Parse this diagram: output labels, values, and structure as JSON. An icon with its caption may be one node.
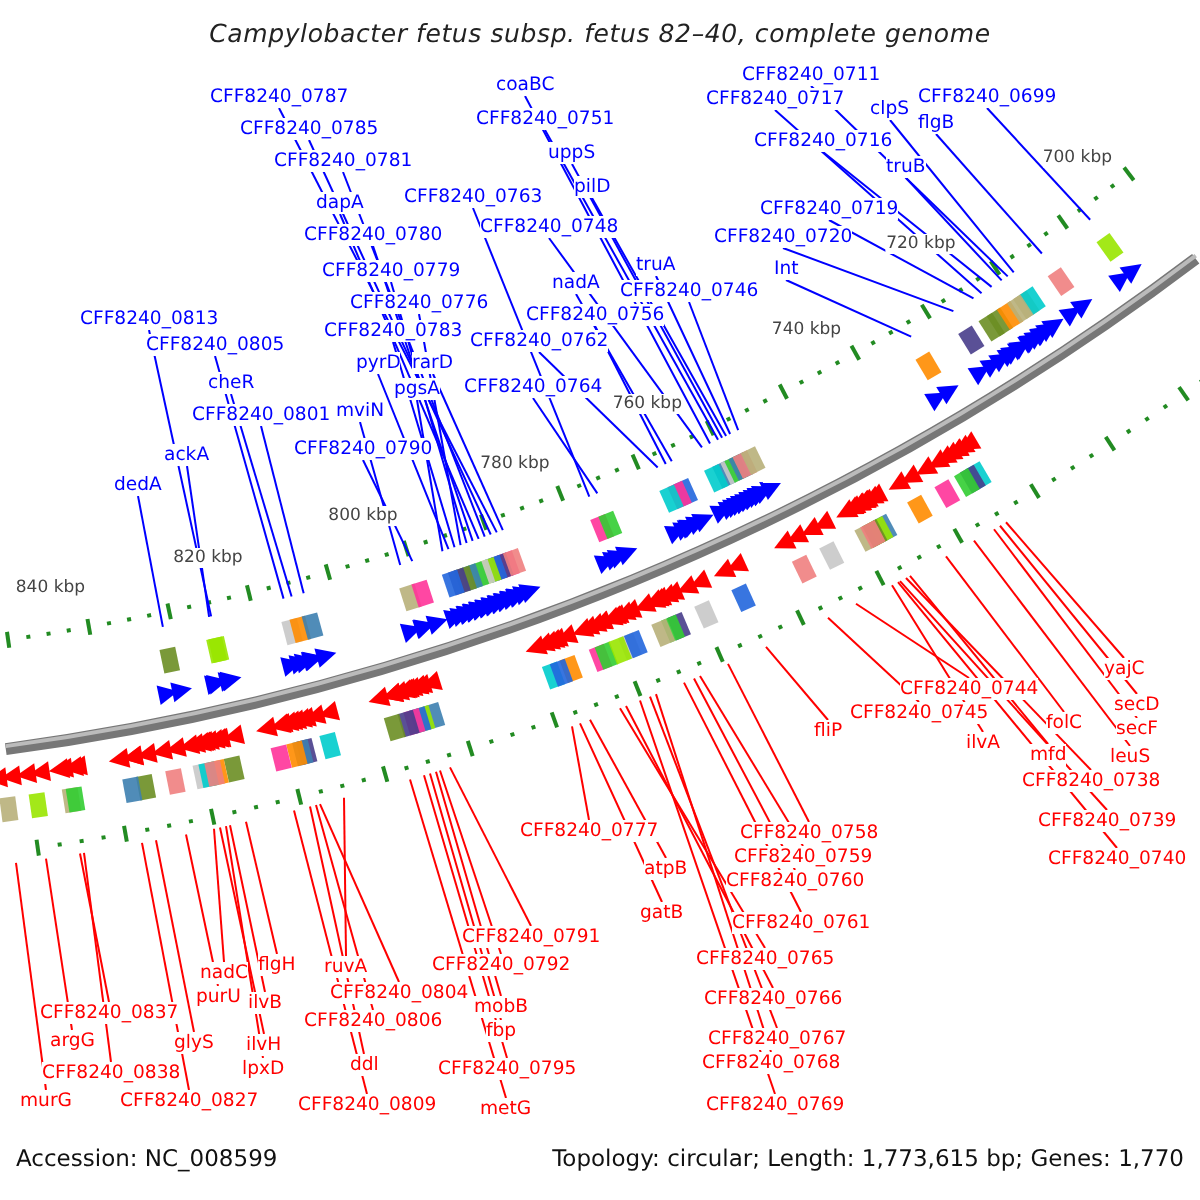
{
  "diagram": {
    "title": "Campylobacter fetus subsp. fetus 82–40, complete genome",
    "nodes": [
      {
        "text": [
          "CFF8240_0711"
        ]
      },
      {
        "text": [
          "coaBC"
        ]
      },
      {
        "text": [
          "CFF8240_0787"
        ]
      },
      {
        "text": [
          "CFF8240_0699"
        ]
      },
      {
        "text": [
          "CFF8240_0717"
        ]
      },
      {
        "text": [
          "clpS"
        ]
      },
      {
        "text": [
          "CFF8240_0751"
        ]
      },
      {
        "text": [
          "CFF8240_0785"
        ]
      },
      {
        "text": [
          "flgB"
        ]
      },
      {
        "text": [
          "CFF8240_0716"
        ]
      },
      {
        "text": [
          "uppS"
        ]
      },
      {
        "text": [
          "CFF8240_0781"
        ]
      },
      {
        "text": [
          "truB"
        ]
      },
      {
        "text": [
          "pilD"
        ]
      },
      {
        "text": [
          "CFF8240_0763"
        ]
      },
      {
        "text": [
          "dapA"
        ]
      },
      {
        "text": [
          "CFF8240_0719"
        ]
      },
      {
        "text": [
          "CFF8240_0748"
        ]
      },
      {
        "text": [
          "CFF8240_0780"
        ]
      },
      {
        "text": [
          "CFF8240_0720"
        ]
      },
      {
        "text": [
          "truA"
        ]
      },
      {
        "text": [
          "Int"
        ]
      },
      {
        "text": [
          "CFF8240_0779"
        ]
      },
      {
        "text": [
          "nadA"
        ]
      },
      {
        "text": [
          "CFF8240_0746"
        ]
      },
      {
        "text": [
          "CFF8240_0776"
        ]
      },
      {
        "text": [
          "CFF8240_0756"
        ]
      },
      {
        "text": [
          "CFF8240_0813"
        ]
      },
      {
        "text": [
          "CFF8240_0783"
        ]
      },
      {
        "text": [
          "CFF8240_0762"
        ]
      },
      {
        "text": [
          "CFF8240_0805"
        ]
      },
      {
        "text": [
          "pyrD"
        ]
      },
      {
        "text": [
          "rarD"
        ]
      },
      {
        "text": [
          "cheR"
        ]
      },
      {
        "text": [
          "CFF8240_0764"
        ]
      },
      {
        "text": [
          "pgsA"
        ]
      },
      {
        "text": [
          "mviN"
        ]
      },
      {
        "text": [
          "CFF8240_0801"
        ]
      },
      {
        "text": [
          "CFF8240_0790"
        ]
      },
      {
        "text": [
          "ackA"
        ]
      },
      {
        "text": [
          "dedA"
        ]
      },
      {
        "text": [
          "yajC"
        ]
      },
      {
        "text": [
          "CFF8240_0744"
        ]
      },
      {
        "text": [
          "secD"
        ]
      },
      {
        "text": [
          "CFF8240_0745"
        ]
      },
      {
        "text": [
          "folC"
        ]
      },
      {
        "text": [
          "secF"
        ]
      },
      {
        "text": [
          "fliP"
        ]
      },
      {
        "text": [
          "ilvA"
        ]
      },
      {
        "text": [
          "mfd"
        ]
      },
      {
        "text": [
          "leuS"
        ]
      },
      {
        "text": [
          "CFF8240_0738"
        ]
      },
      {
        "text": [
          "CFF8240_0739"
        ]
      },
      {
        "text": [
          "CFF8240_0777"
        ]
      },
      {
        "text": [
          "CFF8240_0758"
        ]
      },
      {
        "text": [
          "CFF8240_0759"
        ]
      },
      {
        "text": [
          "CFF8240_0740"
        ]
      },
      {
        "text": [
          "atpB"
        ]
      },
      {
        "text": [
          "CFF8240_0760"
        ]
      },
      {
        "text": [
          "gatB"
        ]
      },
      {
        "text": [
          "CFF8240_0761"
        ]
      },
      {
        "text": [
          "CFF8240_0791"
        ]
      },
      {
        "text": [
          "CFF8240_0765"
        ]
      },
      {
        "text": [
          "CFF8240_0792"
        ]
      },
      {
        "text": [
          "flgH"
        ]
      },
      {
        "text": [
          "ruvA"
        ]
      },
      {
        "text": [
          "nadC"
        ]
      },
      {
        "text": [
          "CFF8240_0804"
        ]
      },
      {
        "text": [
          "purU"
        ]
      },
      {
        "text": [
          "ilvB"
        ]
      },
      {
        "text": [
          "CFF8240_0766"
        ]
      },
      {
        "text": [
          "mobB"
        ]
      },
      {
        "text": [
          "CFF8240_0837"
        ]
      },
      {
        "text": [
          "CFF8240_0806"
        ]
      },
      {
        "text": [
          "fbp"
        ]
      },
      {
        "text": [
          "argG"
        ]
      },
      {
        "text": [
          "glyS"
        ]
      },
      {
        "text": [
          "ilvH"
        ]
      },
      {
        "text": [
          "CFF8240_0767"
        ]
      },
      {
        "text": [
          "CFF8240_0795"
        ]
      },
      {
        "text": [
          "lpxD"
        ]
      },
      {
        "text": [
          "ddl"
        ]
      },
      {
        "text": [
          "CFF8240_0838"
        ]
      },
      {
        "text": [
          "CFF8240_0768"
        ]
      },
      {
        "text": [
          "murG"
        ]
      },
      {
        "text": [
          "CFF8240_0827"
        ]
      },
      {
        "text": [
          "CFF8240_0809"
        ]
      },
      {
        "text": [
          "CFF8240_0769"
        ]
      },
      {
        "text": [
          "metG"
        ]
      }
    ],
    "edges": [
      {
        "from": 0,
        "to": null,
        "arrow": "none",
        "color": "#0000ff"
      },
      {
        "from": 1,
        "to": null,
        "arrow": "none",
        "color": "#0000ff"
      },
      {
        "from": 2,
        "to": null,
        "arrow": "none",
        "color": "#0000ff"
      },
      {
        "from": 3,
        "to": null,
        "arrow": "none",
        "color": "#0000ff"
      },
      {
        "from": 4,
        "to": null,
        "arrow": "none",
        "color": "#0000ff"
      },
      {
        "from": 5,
        "to": null,
        "arrow": "none",
        "color": "#0000ff"
      },
      {
        "from": 6,
        "to": null,
        "arrow": "none",
        "color": "#0000ff"
      },
      {
        "from": 7,
        "to": null,
        "arrow": "none",
        "color": "#0000ff"
      },
      {
        "from": 8,
        "to": null,
        "arrow": "none",
        "color": "#0000ff"
      },
      {
        "from": 9,
        "to": null,
        "arrow": "none",
        "color": "#0000ff"
      },
      {
        "from": 10,
        "to": null,
        "arrow": "none",
        "color": "#0000ff"
      },
      {
        "from": 11,
        "to": null,
        "arrow": "none",
        "color": "#0000ff"
      },
      {
        "from": 12,
        "to": null,
        "arrow": "none",
        "color": "#0000ff"
      },
      {
        "from": 13,
        "to": null,
        "arrow": "none",
        "color": "#0000ff"
      },
      {
        "from": 14,
        "to": null,
        "arrow": "none",
        "color": "#0000ff"
      },
      {
        "from": 15,
        "to": null,
        "arrow": "none",
        "color": "#0000ff"
      },
      {
        "from": 16,
        "to": null,
        "arrow": "none",
        "color": "#0000ff"
      },
      {
        "from": 17,
        "to": null,
        "arrow": "none",
        "color": "#0000ff"
      },
      {
        "from": 18,
        "to": null,
        "arrow": "none",
        "color": "#0000ff"
      },
      {
        "from": 19,
        "to": null,
        "arrow": "none",
        "color": "#0000ff"
      },
      {
        "from": 20,
        "to": null,
        "arrow": "none",
        "color": "#0000ff"
      },
      {
        "from": 21,
        "to": null,
        "arrow": "none",
        "color": "#0000ff"
      },
      {
        "from": 22,
        "to": null,
        "arrow": "none",
        "color": "#0000ff"
      },
      {
        "from": 23,
        "to": null,
        "arrow": "none",
        "color": "#0000ff"
      },
      {
        "from": 24,
        "to": null,
        "arrow": "none",
        "color": "#0000ff"
      },
      {
        "from": 25,
        "to": null,
        "arrow": "none",
        "color": "#0000ff"
      },
      {
        "from": 26,
        "to": null,
        "arrow": "none",
        "color": "#0000ff"
      },
      {
        "from": 27,
        "to": null,
        "arrow": "none",
        "color": "#0000ff"
      },
      {
        "from": 28,
        "to": null,
        "arrow": "none",
        "color": "#0000ff"
      },
      {
        "from": 29,
        "to": null,
        "arrow": "none",
        "color": "#0000ff"
      },
      {
        "from": 30,
        "to": null,
        "arrow": "none",
        "color": "#0000ff"
      },
      {
        "from": 31,
        "to": null,
        "arrow": "none",
        "color": "#0000ff"
      },
      {
        "from": 32,
        "to": null,
        "arrow": "none",
        "color": "#0000ff"
      },
      {
        "from": 33,
        "to": null,
        "arrow": "none",
        "color": "#0000ff"
      },
      {
        "from": 34,
        "to": null,
        "arrow": "none",
        "color": "#0000ff"
      },
      {
        "from": 35,
        "to": null,
        "arrow": "none",
        "color": "#0000ff"
      },
      {
        "from": 36,
        "to": null,
        "arrow": "none",
        "color": "#0000ff"
      },
      {
        "from": 37,
        "to": null,
        "arrow": "none",
        "color": "#0000ff"
      },
      {
        "from": 38,
        "to": null,
        "arrow": "none",
        "color": "#0000ff"
      },
      {
        "from": 39,
        "to": null,
        "arrow": "none",
        "color": "#0000ff"
      },
      {
        "from": 40,
        "to": null,
        "arrow": "none",
        "color": "#0000ff"
      },
      {
        "from": 41,
        "to": null,
        "arrow": "none"
      },
      {
        "from": 42,
        "to": null,
        "arrow": "none"
      },
      {
        "from": 43,
        "to": null,
        "arrow": "none"
      },
      {
        "from": 44,
        "to": null,
        "arrow": "none"
      },
      {
        "from": 45,
        "to": null,
        "arrow": "none"
      },
      {
        "from": 46,
        "to": null,
        "arrow": "none"
      },
      {
        "from": 47,
        "to": null,
        "arrow": "none"
      },
      {
        "from": 48,
        "to": null,
        "arrow": "none"
      },
      {
        "from": 49,
        "to": null,
        "arrow": "none"
      },
      {
        "from": 50,
        "to": null,
        "arrow": "none"
      },
      {
        "from": 51,
        "to": null,
        "arrow": "none"
      },
      {
        "from": 52,
        "to": null,
        "arrow": "none"
      },
      {
        "from": 53,
        "to": null,
        "arrow": "none"
      },
      {
        "from": 54,
        "to": null,
        "arrow": "none"
      },
      {
        "from": 55,
        "to": null,
        "arrow": "none"
      },
      {
        "from": 56,
        "to": null,
        "arrow": "none"
      },
      {
        "from": 57,
        "to": null,
        "arrow": "none"
      },
      {
        "from": 58,
        "to": null,
        "arrow": "none"
      },
      {
        "from": 59,
        "to": null,
        "arrow": "none"
      },
      {
        "from": 60,
        "to": null,
        "arrow": "none"
      },
      {
        "from": 61,
        "to": null,
        "arrow": "none"
      },
      {
        "from": 62,
        "to": null,
        "arrow": "none"
      },
      {
        "from": 63,
        "to": null,
        "arrow": "none"
      },
      {
        "from": 64,
        "to": null,
        "arrow": "none"
      },
      {
        "from": 65,
        "to": null,
        "arrow": "none"
      },
      {
        "from": 66,
        "to": null,
        "arrow": "none"
      },
      {
        "from": 67,
        "to": null,
        "arrow": "none"
      },
      {
        "from": 68,
        "to": null,
        "arrow": "none"
      },
      {
        "from": 69,
        "to": null,
        "arrow": "none"
      },
      {
        "from": 70,
        "to": null,
        "arrow": "none"
      },
      {
        "from": 71,
        "to": null,
        "arrow": "none"
      },
      {
        "from": 72,
        "to": null,
        "arrow": "none"
      },
      {
        "from": 73,
        "to": null,
        "arrow": "none"
      },
      {
        "from": 74,
        "to": null,
        "arrow": "none"
      },
      {
        "from": 75,
        "to": null,
        "arrow": "none"
      },
      {
        "from": 76,
        "to": null,
        "arrow": "none"
      },
      {
        "from": 77,
        "to": null,
        "arrow": "none"
      },
      {
        "from": 78,
        "to": null,
        "arrow": "none"
      },
      {
        "from": 79,
        "to": null,
        "arrow": "none"
      },
      {
        "from": 80,
        "to": null,
        "arrow": "none"
      },
      {
        "from": 81,
        "to": null,
        "arrow": "none"
      },
      {
        "from": 82,
        "to": null,
        "arrow": "none"
      },
      {
        "from": 83,
        "to": null,
        "arrow": "none"
      },
      {
        "from": 84,
        "to": null,
        "arrow": "none"
      },
      {
        "from": 85,
        "to": null,
        "arrow": "none"
      },
      {
        "from": 86,
        "to": null,
        "arrow": "none"
      },
      {
        "from": 87,
        "to": null,
        "arrow": "none"
      },
      {
        "from": 88,
        "to": null,
        "arrow": "none"
      }
    ],
    "labels": [
      "700 kbp",
      "720 kbp",
      "740 kbp",
      "760 kbp",
      "780 kbp",
      "800 kbp",
      "820 kbp",
      "840 kbp",
      "Accession: NC_008599",
      "Topology: circular; Length: 1,773,615 bp; Genes: 1,770"
    ]
  }
}
